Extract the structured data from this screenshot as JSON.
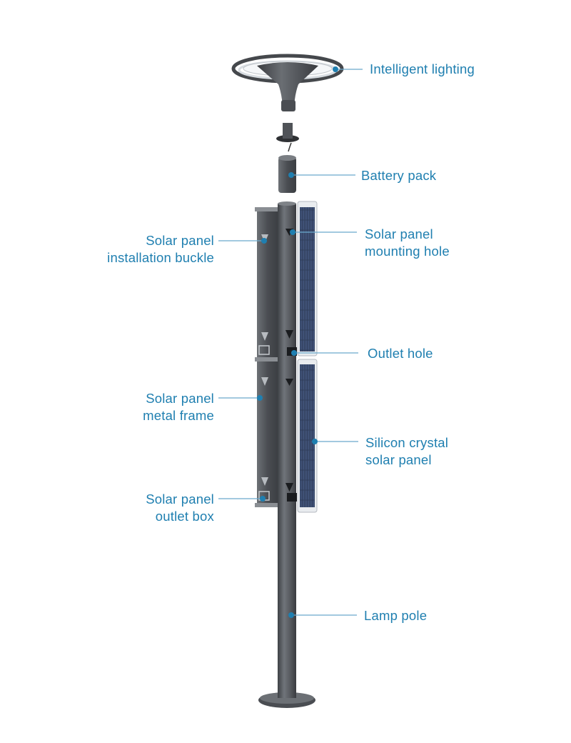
{
  "colors": {
    "label": "#1f7fb0",
    "leader_dot": "#1f7fb0",
    "leader_line": "#6aa9cc",
    "pole": "#5b5e63",
    "solar_cell": "#3a4a6a"
  },
  "labels": {
    "intelligent_lighting": [
      "Intelligent lighting"
    ],
    "battery_pack": [
      "Battery pack"
    ],
    "mounting_hole": [
      "Solar panel",
      "mounting hole"
    ],
    "installation_buckle": [
      "Solar panel",
      "installation buckle"
    ],
    "outlet_hole": [
      "Outlet hole"
    ],
    "metal_frame": [
      "Solar panel",
      "metal frame"
    ],
    "silicon_panel": [
      "Silicon crystal",
      "solar panel"
    ],
    "outlet_box": [
      "Solar panel",
      "outlet box"
    ],
    "lamp_pole": [
      "Lamp pole"
    ]
  }
}
